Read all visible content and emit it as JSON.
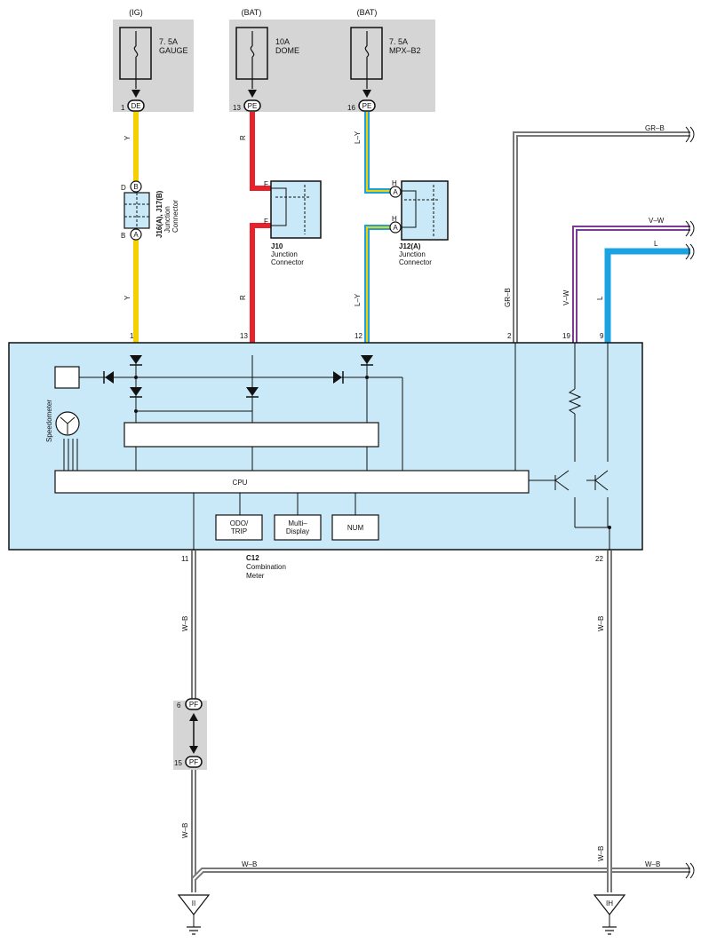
{
  "fuses": [
    {
      "supply": "(IG)",
      "rating": "7. 5A",
      "name": "GAUGE",
      "pin": "1",
      "connector": "DE"
    },
    {
      "supply": "(BAT)",
      "rating": "10A",
      "name": "DOME",
      "pin": "13",
      "connector": "PE"
    },
    {
      "supply": "(BAT)",
      "rating": "7. 5A",
      "name": "MPX–B2",
      "pin": "16",
      "connector": "PE"
    }
  ],
  "wire_colors": {
    "Y": "Y",
    "R": "R",
    "L-Y": "L–Y",
    "GR-B": "GR–B",
    "V-W": "V–W",
    "L": "L",
    "W-B": "W–B"
  },
  "colors": {
    "yellow": "#f5d000",
    "red": "#e8222a",
    "blue": "#1aa3e0",
    "purple": "#7a3b96",
    "gray": "#7a7a7a",
    "box_fill": "#c9e9f8",
    "fuse_bg": "#d5d5d5"
  },
  "junctions": {
    "j16": {
      "title": "J16(A), J17(B)",
      "sub1": "Junction",
      "sub2": "Connector",
      "pin_top_letter": "D",
      "pin_top_circle": "B",
      "pin_bottom_letter": "B",
      "pin_bottom_circle": "A"
    },
    "j10": {
      "title": "J10",
      "sub1": "Junction",
      "sub2": "Connector",
      "pin_f": "F"
    },
    "j12": {
      "title": "J12(A)",
      "sub1": "Junction",
      "sub2": "Connector",
      "pin_h": "H",
      "pin_a": "A"
    }
  },
  "meter": {
    "code": "C12",
    "name1": "Combination",
    "name2": "Meter",
    "cpu": "CPU",
    "speedometer": "Speedometer",
    "odo1": "ODO/",
    "odo2": "TRIP",
    "multi1": "Multi–",
    "multi2": "Display",
    "num": "NUM",
    "pins": {
      "p1": "1",
      "p13": "13",
      "p12": "12",
      "p2": "2",
      "p19": "19",
      "p9": "9",
      "p11": "11",
      "p22": "22"
    }
  },
  "connector_pf": {
    "top_pin": "6",
    "bottom_pin": "15",
    "name": "PF"
  },
  "grounds": {
    "left": "II",
    "right": "IH"
  }
}
